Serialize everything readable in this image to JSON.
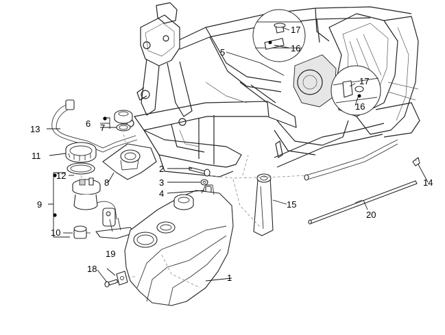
{
  "callouts": {
    "c1": "1",
    "c2": "2",
    "c3": "3",
    "c4": "4",
    "c5": "5",
    "c6": "6",
    "c7": "7",
    "c8": "8",
    "c9": "9",
    "c10": "10",
    "c11": "11",
    "c12": "12",
    "c13": "13",
    "c14": "14",
    "c15": "15",
    "c16a": "16",
    "c16b": "16",
    "c17a": "17",
    "c17b": "17",
    "c18": "18",
    "c19": "19",
    "c20": "20"
  }
}
